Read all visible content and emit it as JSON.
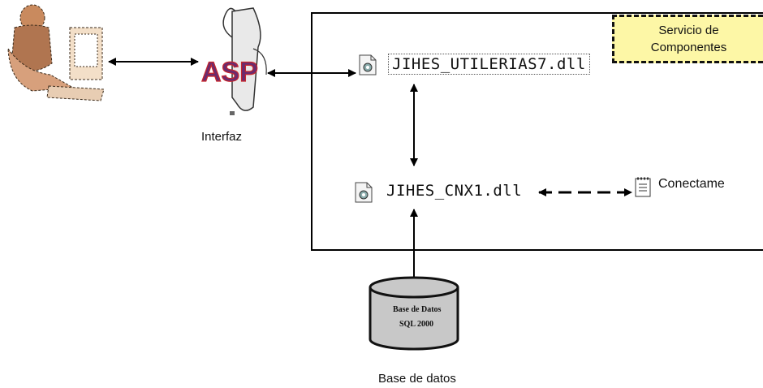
{
  "diagram": {
    "user_icon": "user-at-computer-icon",
    "asp_icon": "asp-scroll-icon",
    "asp_text": "ASP",
    "interface_label": "Interfaz",
    "service_box": {
      "line1": "Servicio de",
      "line2": "Componentes",
      "fill": "#fdf7a6"
    },
    "dll_top": {
      "name": "JIHES_UTILERIAS7.dll",
      "icon": "dll-file-icon"
    },
    "dll_bottom": {
      "name": "JIHES_CNX1.dll",
      "icon": "dll-file-icon"
    },
    "connect_item": {
      "name": "Conectame",
      "icon": "notepad-file-icon"
    },
    "database": {
      "line1": "Base de Datos",
      "line2": "SQL 2000",
      "caption": "Base de datos",
      "fill": "#c8c8c8"
    }
  }
}
